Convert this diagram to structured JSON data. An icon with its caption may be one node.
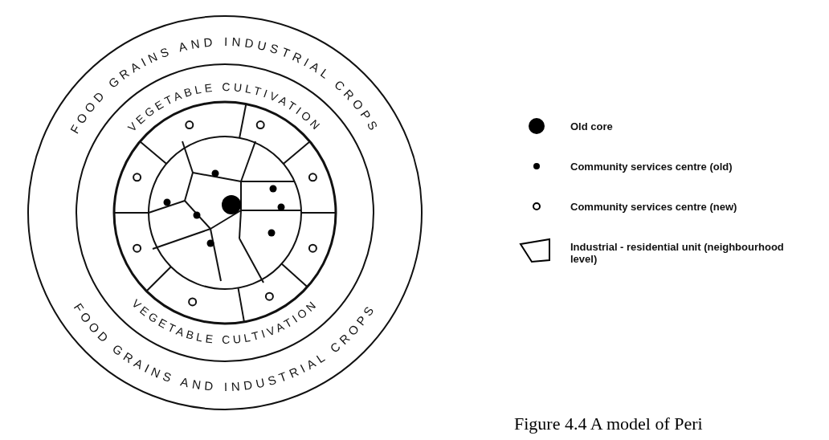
{
  "diagram": {
    "caption": "Figure 4.4 A model of Peri",
    "labels": [
      "FOOD GRAINS AND INDUSTRIAL CROPS",
      "VEGETABLE CULTIVATION",
      "VEGETABLE CULTIVATION",
      "FOOD GRAINS AND INDUSTRIAL CROPS"
    ],
    "legend": [
      {
        "text": "Old core"
      },
      {
        "text": "Community services centre (old)"
      },
      {
        "text": "Community services centre (new)"
      },
      {
        "text": "Industrial - residential unit (neighbourhood level)"
      }
    ]
  }
}
